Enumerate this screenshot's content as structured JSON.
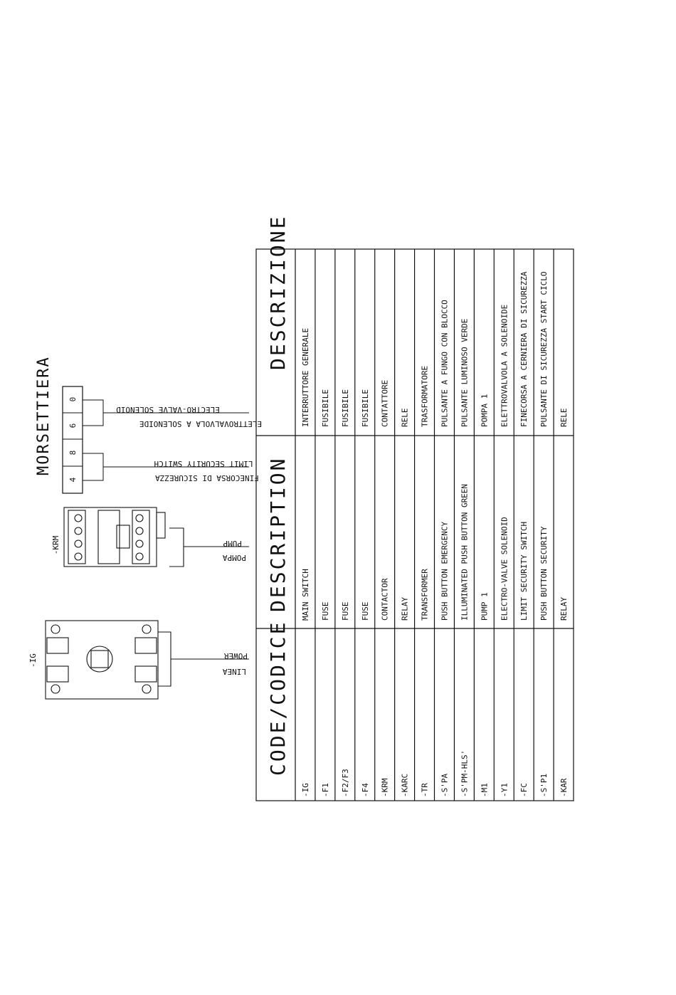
{
  "table": {
    "headers": {
      "code": "CODE/CODICE",
      "description": "DESCRIPTION",
      "descrizione": "DESCRIZIONE"
    },
    "rows": [
      {
        "code": "-IG",
        "description": "MAIN SWITCH",
        "descrizione": "INTERRUTTORE GENERALE"
      },
      {
        "code": "-F1",
        "description": "FUSE",
        "descrizione": "FUSIBILE"
      },
      {
        "code": "-F2/F3",
        "description": "FUSE",
        "descrizione": "FUSIBILE"
      },
      {
        "code": "-F4",
        "description": "FUSE",
        "descrizione": "FUSIBILE"
      },
      {
        "code": "-KRM",
        "description": "CONTACTOR",
        "descrizione": "CONTATTORE"
      },
      {
        "code": "-KARC",
        "description": "RELAY",
        "descrizione": "RELE"
      },
      {
        "code": "-TR",
        "description": "TRANSFORMER",
        "descrizione": "TRASFORMATORE"
      },
      {
        "code": "-S'PA",
        "description": "PUSH BUTTON EMERGENCY",
        "descrizione": "PULSANTE A FUNGO CON BLOCCO"
      },
      {
        "code": "-S'PM-HLS'",
        "description": "ILLUMINATED PUSH BUTTON GREEN",
        "descrizione": "PULSANTE LUMINOSO VERDE"
      },
      {
        "code": "-M1",
        "description": "PUMP 1",
        "descrizione": "POMPA 1"
      },
      {
        "code": "-Y1",
        "description": "ELECTRO-VALVE SOLENOID",
        "descrizione": "ELETTROVALVOLA A SOLENOIDE"
      },
      {
        "code": "-FC",
        "description": "LIMIT SECURITY SWITCH",
        "descrizione": "FINECORSA A CERNIERA DI SICUREZZA"
      },
      {
        "code": "-S'P1",
        "description": "PUSH BUTTON SECURITY",
        "descrizione": "PULSANTE DI SICUREZZA START CICLO"
      },
      {
        "code": "-KAR",
        "description": "RELAY",
        "descrizione": "RELE"
      }
    ]
  },
  "terminal_block": {
    "title": "MORSETTIERA",
    "terminals": [
      "4",
      "8",
      "6",
      "0"
    ],
    "labels": {
      "limit_it": "FINECORSA DI SICUREZZA",
      "limit_en": "LIMIT SECURITY SWITCH",
      "valve_it": "ELETTROVALVOLA A SOLENOIDE",
      "valve_en": "ELECTRO-VALVE SOLENOID"
    }
  },
  "contactor": {
    "tag": "-KRM",
    "label_it": "POMPA",
    "label_en": "PUMP"
  },
  "main_switch": {
    "tag": "-IG",
    "label_it": "LINEA",
    "label_en": "POWER"
  }
}
